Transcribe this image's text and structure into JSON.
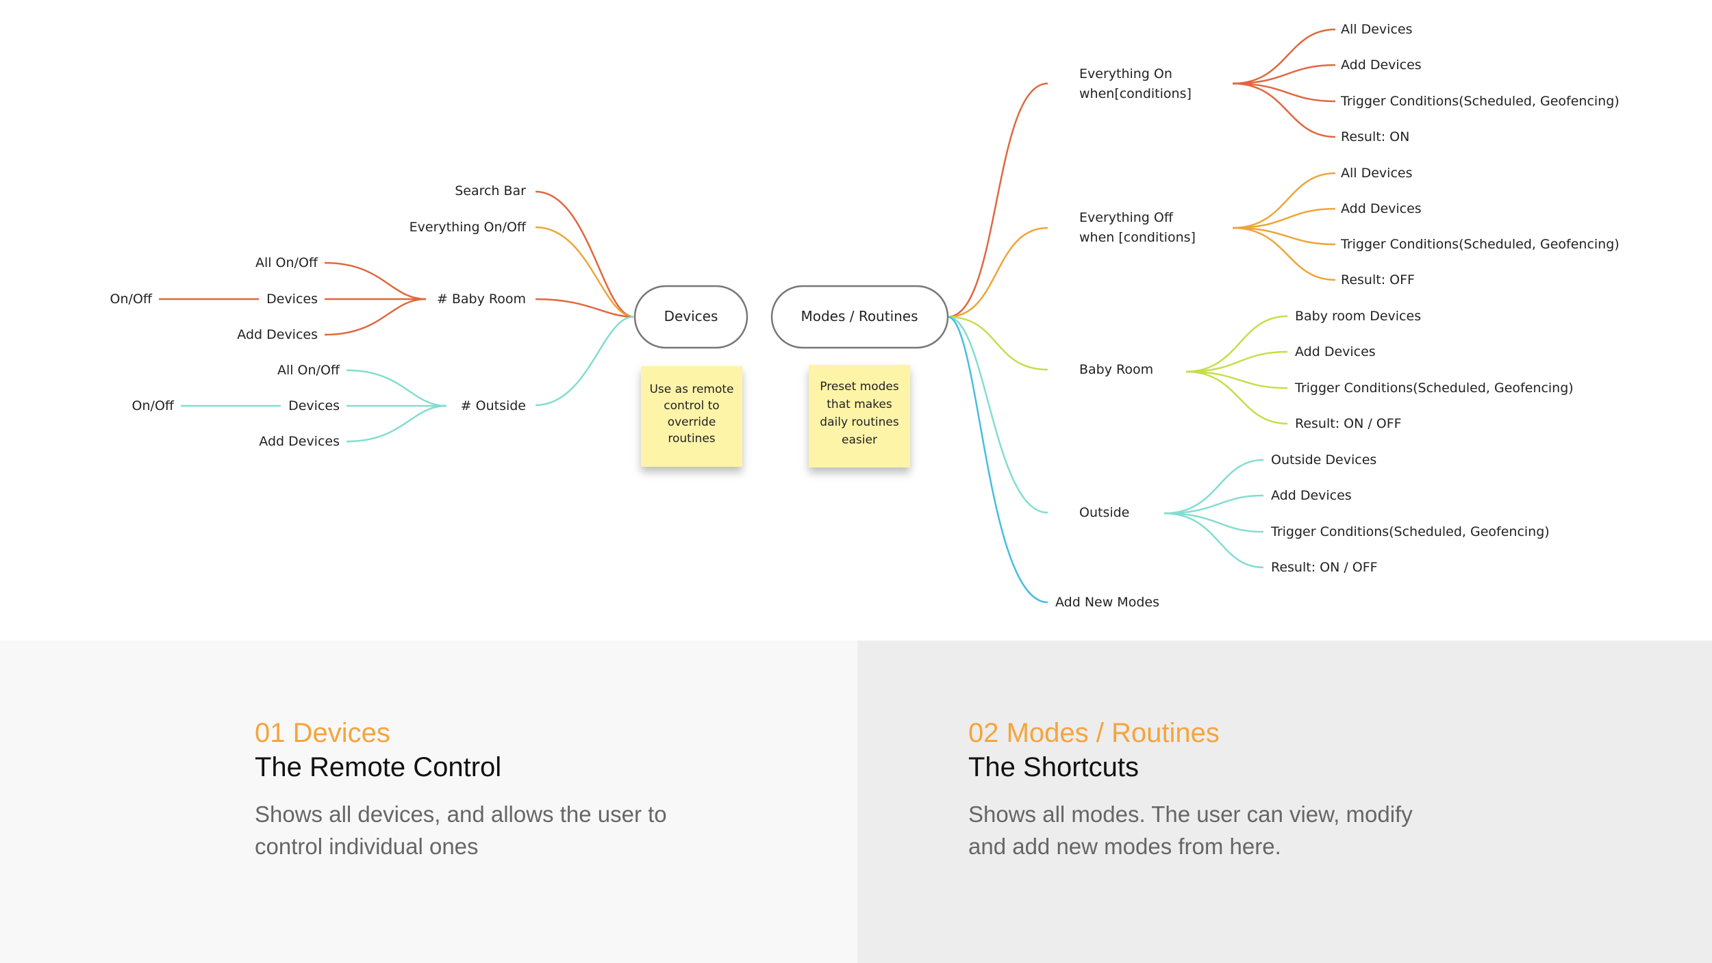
{
  "colors": {
    "red": "#e0673f",
    "orange": "#eda53a",
    "lime": "#c5de4a",
    "teal": "#82ddd0",
    "blue": "#46bde2",
    "accent": "#f5a43c",
    "note": "#fdf4a8"
  },
  "center": {
    "devices": "Devices",
    "modes": "Modes / Routines"
  },
  "notes": {
    "devices_lines": [
      "Use as remote",
      "control to",
      "override",
      "routines"
    ],
    "modes_lines": [
      "Preset modes",
      "that makes",
      "daily routines",
      "easier"
    ]
  },
  "left_branches": {
    "search_bar": "Search Bar",
    "everything": "Everything On/Off",
    "baby_room": "# Baby Room",
    "baby_all": "All On/Off",
    "baby_devices": "Devices",
    "baby_add": "Add Devices",
    "baby_onoff": "On/Off",
    "outside": "# Outside",
    "out_all": "All On/Off",
    "out_devices": "Devices",
    "out_add": "Add Devices",
    "out_onoff": "On/Off"
  },
  "right_branches": {
    "everything_on": [
      "Everything On",
      "when[conditions]"
    ],
    "on_children": [
      "All Devices",
      "Add Devices",
      "Trigger Conditions(Scheduled, Geofencing)",
      "Result: ON"
    ],
    "everything_off": [
      "Everything Off",
      "when [conditions]"
    ],
    "off_children": [
      "All Devices",
      "Add Devices",
      "Trigger Conditions(Scheduled, Geofencing)",
      "Result: OFF"
    ],
    "baby_room": "Baby Room",
    "baby_children": [
      "Baby room Devices",
      "Add Devices",
      "Trigger Conditions(Scheduled, Geofencing)",
      "Result: ON / OFF"
    ],
    "outside": "Outside",
    "outside_children": [
      "Outside Devices",
      "Add Devices",
      "Trigger Conditions(Scheduled, Geofencing)",
      "Result: ON / OFF"
    ],
    "add_new": "Add New Modes"
  },
  "sections": {
    "devices": {
      "number": "01 Devices",
      "title": "The Remote Control",
      "description": "Shows all devices, and allows the user to control individual ones"
    },
    "modes": {
      "number": "02 Modes / Routines",
      "title": "The Shortcuts",
      "description": "Shows all modes. The user can view, modify and add new modes from here."
    }
  }
}
